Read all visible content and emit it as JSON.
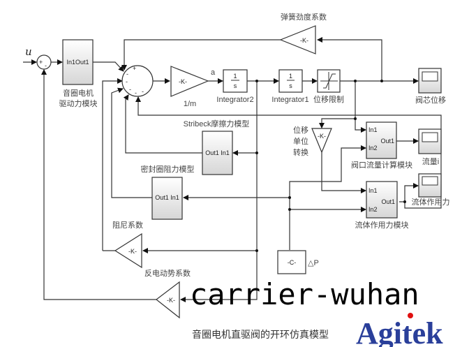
{
  "diagram": {
    "input_label": "u",
    "sum1_signs": [
      "+",
      "-"
    ],
    "driver_block": {
      "ports": "In1Out1",
      "label_line1": "音圈电机",
      "label_line2": "驱动力模块"
    },
    "sum_main_signs": [
      "+",
      "-",
      "-",
      "-",
      "-",
      "-"
    ],
    "gain_mass": {
      "value": "-K-",
      "label": "1/m",
      "signal": "a"
    },
    "integrator2": {
      "num": "1",
      "den": "s",
      "label": "Integrator2"
    },
    "integrator1": {
      "num": "1",
      "den": "s",
      "label": "Integrator1"
    },
    "saturation": {
      "label": "位移限制"
    },
    "scope_disp": {
      "label": "阀芯位移"
    },
    "spring_gain": {
      "value": "-K-",
      "label": "弹簧劲度系数"
    },
    "unit_gain": {
      "value": "-K-",
      "label_line1": "位移",
      "label_line2": "单位",
      "label_line3": "转换"
    },
    "flow_block": {
      "in1": "In1",
      "in2": "In2",
      "out1": "Out1",
      "label": "阀口流量计算模块"
    },
    "scope_flow": {
      "label": "流量i"
    },
    "fluid_block": {
      "in1": "In1",
      "in2": "In2",
      "out1": "Out1",
      "label": "流体作用力模块"
    },
    "scope_fluid": {
      "label": "流体作用力"
    },
    "stribeck_block": {
      "ports": "Out1 In1",
      "label": "Stribeck摩擦力模型"
    },
    "seal_block": {
      "ports": "Out1 In1",
      "label": "密封圈阻力模型"
    },
    "damping_gain": {
      "value": "-K-",
      "label": "阻尼系数"
    },
    "emf_gain": {
      "value": "-K-",
      "label": "反电动势系数"
    },
    "pressure_const": {
      "value": "-C-",
      "label": "△P"
    }
  },
  "caption": "音圈电机直驱阀的开环仿真模型",
  "watermark": {
    "text": "carrier-wuhan",
    "logo": "Agitek"
  }
}
